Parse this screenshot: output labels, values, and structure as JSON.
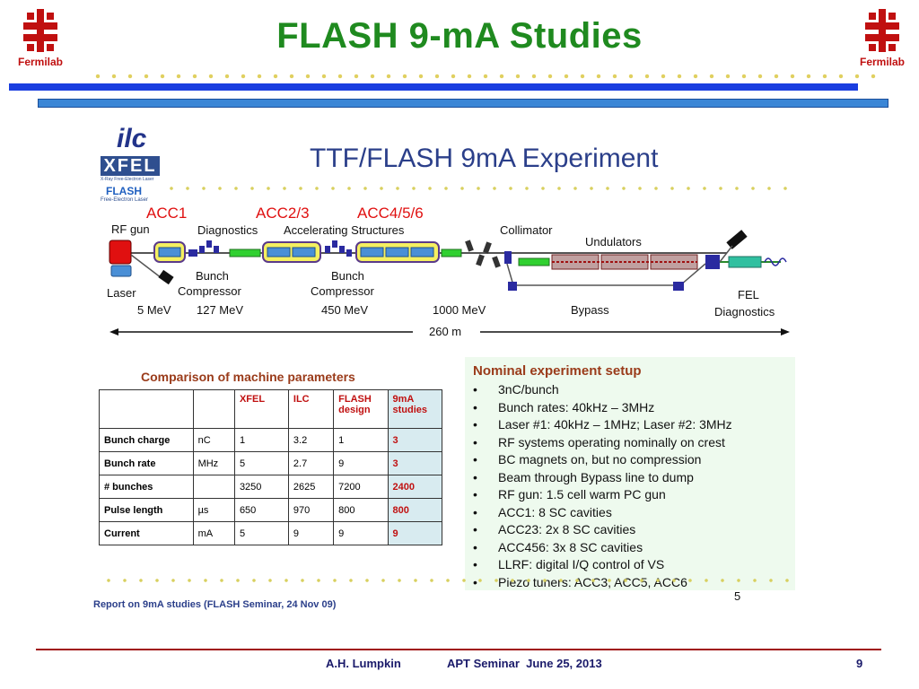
{
  "slide": {
    "title": "FLASH 9-mA Studies",
    "logo_left_label": "Fermilab",
    "logo_right_label": "Fermilab"
  },
  "inner": {
    "title": "TTF/FLASH 9mA Experiment",
    "logos": {
      "ilc": "ilc",
      "xfel": "XFEL",
      "xfel_sub": "X-Ray Free-Electron Laser",
      "flash": "FLASH",
      "flash_sub": "Free-Electron Laser"
    },
    "diagram": {
      "acc1": "ACC1",
      "acc23": "ACC2/3",
      "acc456": "ACC4/5/6",
      "rf_gun": "RF gun",
      "diagnostics": "Diagnostics",
      "accelerating": "Accelerating Structures",
      "collimator": "Collimator",
      "undulators": "Undulators",
      "bunch1": "Bunch",
      "compressor1": "Compressor",
      "bunch2": "Bunch",
      "compressor2": "Compressor",
      "laser": "Laser",
      "e1": "5 MeV",
      "e2": "127 MeV",
      "e3": "450 MeV",
      "e4": "1000 MeV",
      "bypass": "Bypass",
      "fel": "FEL",
      "fel_diag": "Diagnostics",
      "length": "260 m"
    },
    "table": {
      "caption": "Comparison of machine parameters",
      "headers": [
        "",
        "",
        "XFEL",
        "ILC",
        "FLASH design",
        "9mA studies"
      ],
      "rows": [
        [
          "Bunch charge",
          "nC",
          "1",
          "3.2",
          "1",
          "3"
        ],
        [
          "Bunch rate",
          "MHz",
          "5",
          "2.7",
          "9",
          "3"
        ],
        [
          "# bunches",
          "",
          "3250",
          "2625",
          "7200",
          "2400"
        ],
        [
          "Pulse length",
          "µs",
          "650",
          "970",
          "800",
          "800"
        ],
        [
          "Current",
          "mA",
          "5",
          "9",
          "9",
          "9"
        ]
      ]
    },
    "setup": {
      "title": "Nominal experiment setup",
      "items": [
        "3nC/bunch",
        "Bunch rates: 40kHz – 3MHz",
        "Laser #1: 40kHz – 1MHz; Laser #2: 3MHz",
        "RF systems operating nominally on crest",
        "BC magnets on, but no compression",
        "Beam through Bypass line to dump",
        "RF gun: 1.5 cell warm PC gun",
        "ACC1: 8 SC cavities",
        "ACC23: 2x 8 SC cavities",
        "ACC456: 3x 8 SC cavities",
        "LLRF: digital I/Q control of VS",
        "Piezo tuners: ACC3, ACC5, ACC6"
      ]
    },
    "page_num": "5",
    "report": "Report on 9mA studies (FLASH Seminar, 24 Nov 09)"
  },
  "footer": {
    "author": "A.H. Lumpkin",
    "event": "APT Seminar  June 25, 2013",
    "page": "9"
  }
}
